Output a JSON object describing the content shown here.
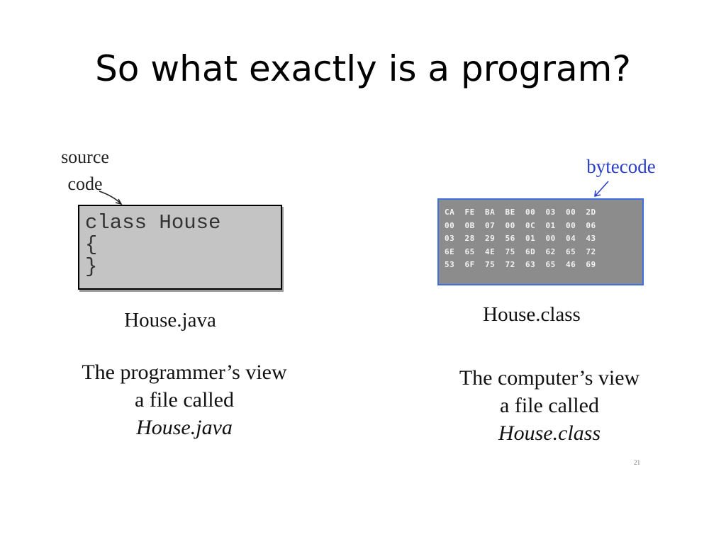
{
  "slide": {
    "title": "So what exactly is a program?"
  },
  "left": {
    "source_label_line1": "source",
    "source_label_line2": "code",
    "code_lines": [
      "class House",
      "{",
      "}"
    ],
    "filename": "House.java",
    "caption_line1": "The programmer’s view",
    "caption_line2": "a file called",
    "caption_line3": "House.java"
  },
  "right": {
    "bytecode_label": "bytecode",
    "hex_rows": [
      "CA  FE  BA  BE  00  03  00  2D",
      "00  0B  07  00  0C  01  00  06",
      "03  28  29  56  01  00  04  43",
      "6E  65  4E  75  6D  62  65  72",
      "53  6F  75  72  63  65  46  69"
    ],
    "filename": "House.class",
    "caption_line1": "The computer’s view",
    "caption_line2": "a file called",
    "caption_line3": "House.class"
  },
  "footer": {
    "page_number": "21"
  },
  "colors": {
    "bytecode_label": "#2a3ec8",
    "hex_border": "#3e6fe0",
    "hex_background": "#8c8c8c",
    "code_background": "#c4c4c4"
  }
}
